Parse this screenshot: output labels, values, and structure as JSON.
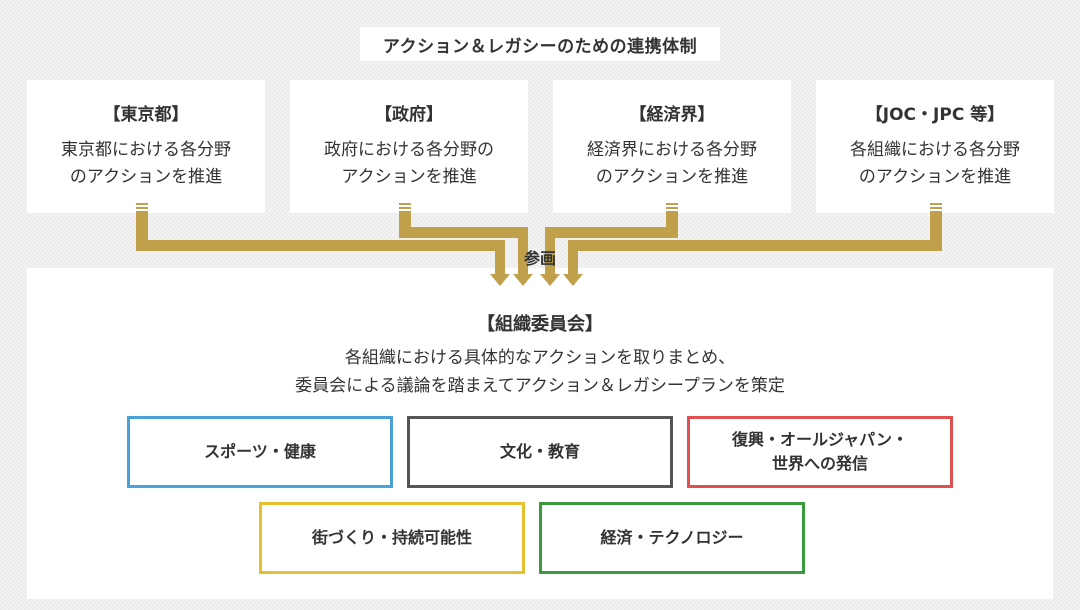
{
  "title": "アクション＆レガシーのための連携体制",
  "organizations": [
    {
      "name": "【東京都】",
      "desc_line1": "東京都における各分野",
      "desc_line2": "のアクションを推進"
    },
    {
      "name": "【政府】",
      "desc_line1": "政府における各分野の",
      "desc_line2": "アクションを推進"
    },
    {
      "name": "【経済界】",
      "desc_line1": "経済界における各分野",
      "desc_line2": "のアクションを推進"
    },
    {
      "name": "【JOC・JPC 等】",
      "desc_line1": "各組織における各分野",
      "desc_line2": "のアクションを推進"
    }
  ],
  "participation_label": "参画",
  "committee": {
    "name": "【組織委員会】",
    "desc_line1": "各組織における具体的なアクションを取りまとめ、",
    "desc_line2": "委員会による議論を踏まえてアクション＆レガシープランを策定"
  },
  "fields": [
    {
      "line1": "スポーツ・健康",
      "line2": ""
    },
    {
      "line1": "文化・教育",
      "line2": ""
    },
    {
      "line1": "復興・オールジャパン・",
      "line2": "世界への発信"
    },
    {
      "line1": "街づくり・持続可能性",
      "line2": ""
    },
    {
      "line1": "経済・テクノロジー",
      "line2": ""
    }
  ],
  "colors": {
    "connector": "#c0a04b",
    "blue": "#4aa3d8",
    "gray": "#555555",
    "red": "#e0504f",
    "yellow": "#e6c030",
    "green": "#3b9a3b"
  }
}
